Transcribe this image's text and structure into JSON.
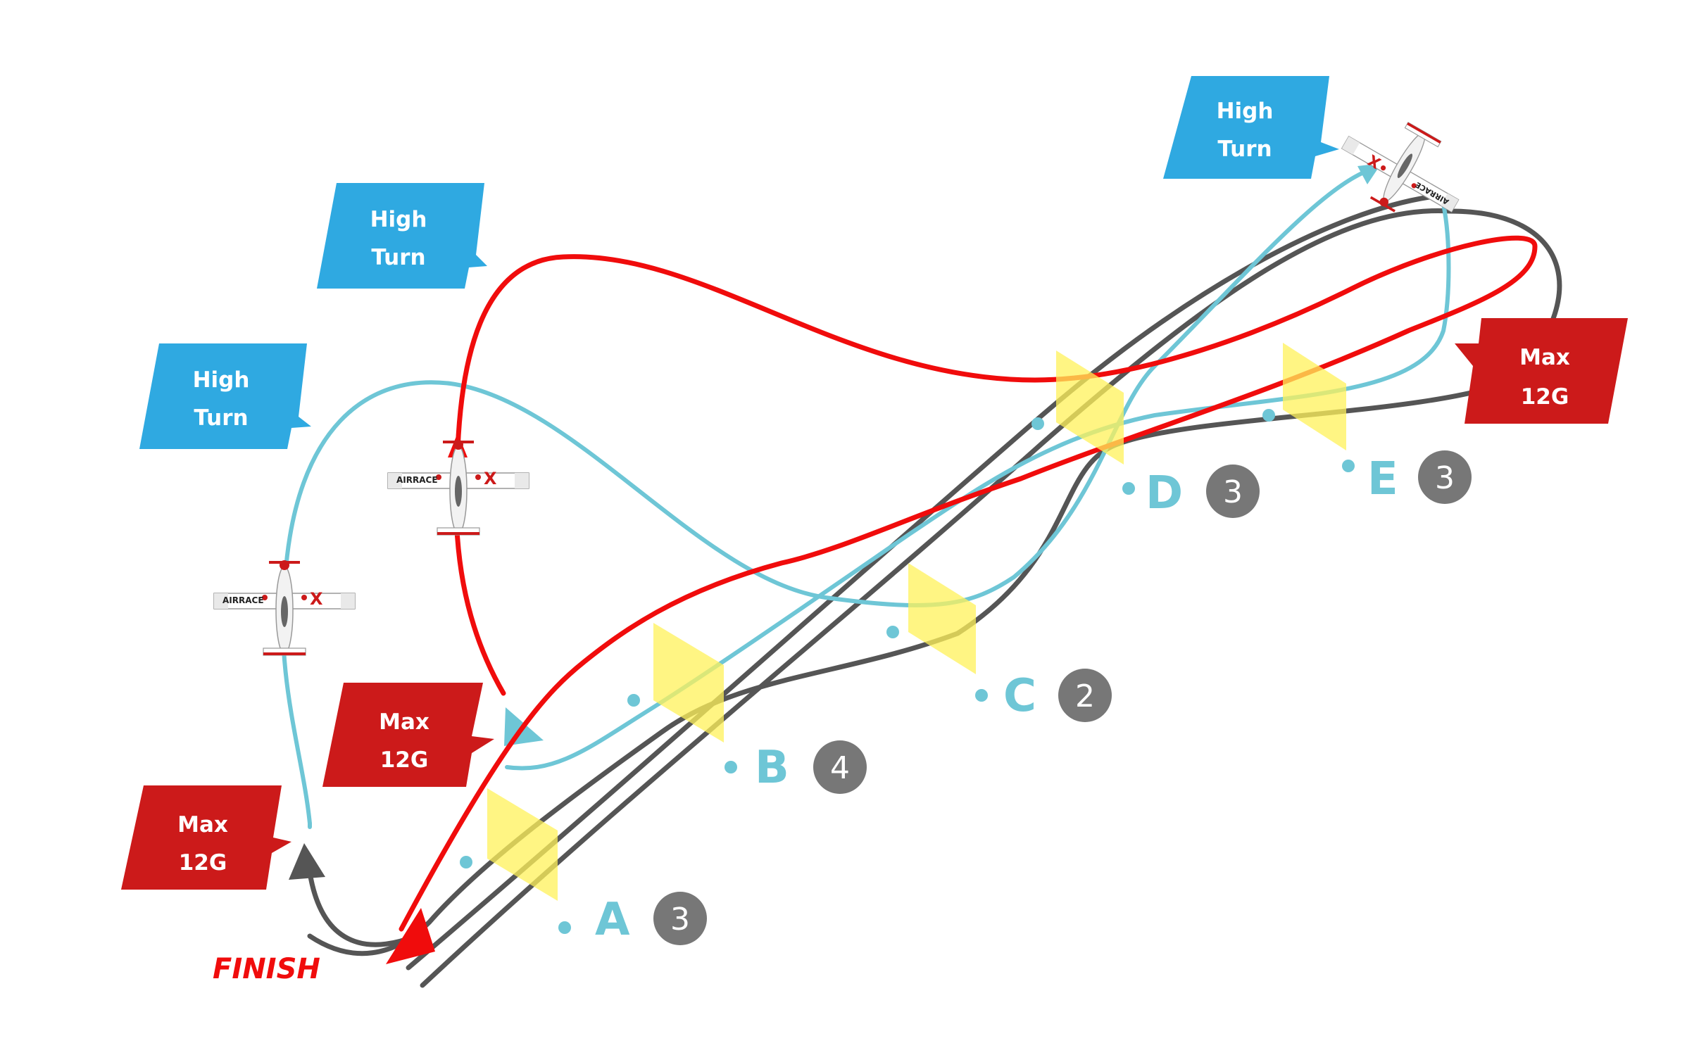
{
  "colors": {
    "blue_path": "#6ec6d6",
    "red_path": "#f00c0c",
    "gray_path": "#555555",
    "gate_yellow": "#fff25a",
    "high_turn_bg": "#2fa9e1",
    "max_g_bg": "#cc1a1a",
    "gate_label": "#6ec6d6",
    "gate_badge": "#777777"
  },
  "callouts": {
    "high_turn_1": {
      "line1": "High",
      "line2": "Turn"
    },
    "high_turn_2": {
      "line1": "High",
      "line2": "Turn"
    },
    "high_turn_3": {
      "line1": "High",
      "line2": "Turn"
    },
    "max_g_1": {
      "line1": "Max",
      "line2": "12G"
    },
    "max_g_2": {
      "line1": "Max",
      "line2": "12G"
    },
    "max_g_3": {
      "line1": "Max",
      "line2": "12G"
    }
  },
  "gates": [
    {
      "letter": "A",
      "count": "3"
    },
    {
      "letter": "B",
      "count": "4"
    },
    {
      "letter": "C",
      "count": "2"
    },
    {
      "letter": "D",
      "count": "3"
    },
    {
      "letter": "E",
      "count": "3"
    }
  ],
  "finish_label": "FINISH",
  "plane_logo": {
    "brand": "AIRRACE",
    "mark": "X"
  }
}
